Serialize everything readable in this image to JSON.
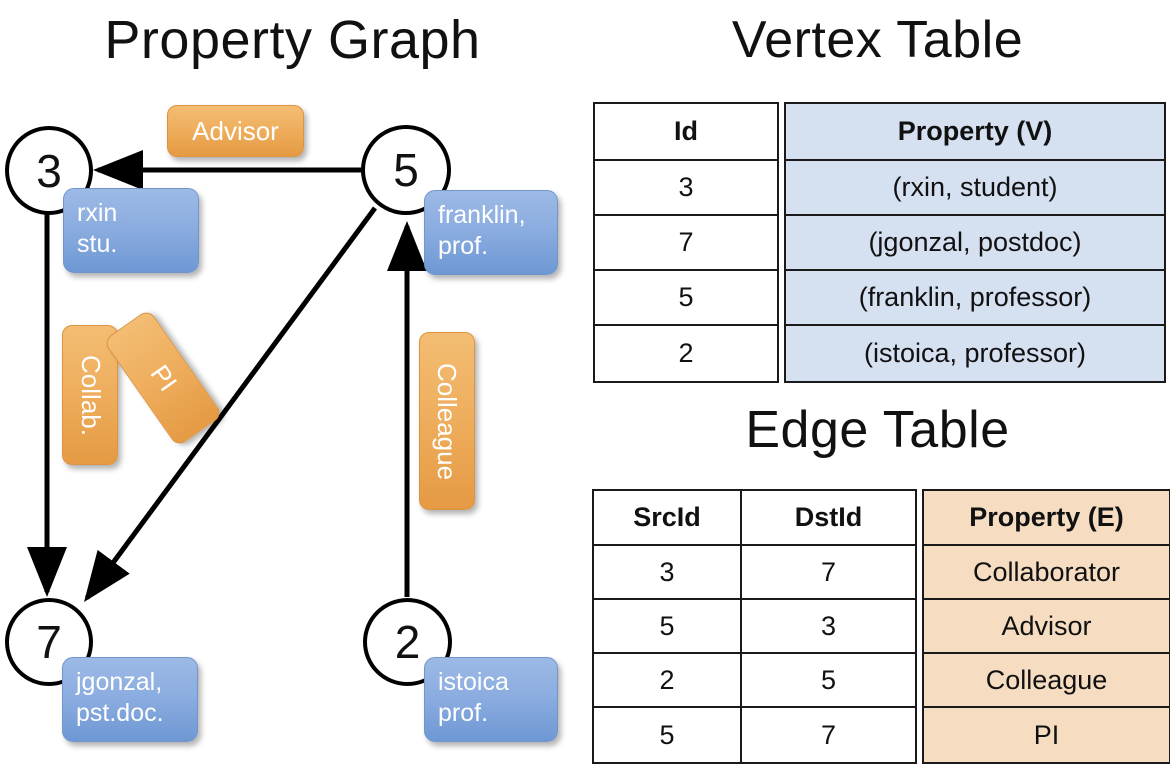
{
  "titles": {
    "property_graph": "Property Graph",
    "vertex_table": "Vertex Table",
    "edge_table": "Edge Table"
  },
  "colors": {
    "vertex_property_fill": "#d5e0f1",
    "edge_property_fill": "#f6ddc2",
    "vertex_box_fill": "#8cade0",
    "edge_label_fill": "#eead5c",
    "stroke": "#000000",
    "background": "#ffffff"
  },
  "graph": {
    "nodes": [
      {
        "id": "3",
        "property_lines": [
          "rxin",
          "stu."
        ]
      },
      {
        "id": "5",
        "property_lines": [
          "franklin,",
          "prof."
        ]
      },
      {
        "id": "7",
        "property_lines": [
          "jgonzal,",
          "pst.doc."
        ]
      },
      {
        "id": "2",
        "property_lines": [
          "istoica",
          "prof."
        ]
      }
    ],
    "edge_labels": [
      {
        "name": "advisor",
        "text": "Advisor",
        "orientation": "horizontal"
      },
      {
        "name": "collab",
        "text": "Collab.",
        "orientation": "vertical"
      },
      {
        "name": "pi",
        "text": "PI",
        "orientation": "diagonal"
      },
      {
        "name": "colleague",
        "text": "Colleague",
        "orientation": "vertical"
      }
    ],
    "edges": [
      {
        "src": "5",
        "dst": "3",
        "label": "Advisor"
      },
      {
        "src": "3",
        "dst": "7",
        "label": "Collab."
      },
      {
        "src": "5",
        "dst": "7",
        "label": "PI"
      },
      {
        "src": "2",
        "dst": "5",
        "label": "Colleague"
      }
    ]
  },
  "vertex_table": {
    "headers": [
      "Id",
      "Property (V)"
    ],
    "rows": [
      {
        "id": "3",
        "property": "(rxin, student)"
      },
      {
        "id": "7",
        "property": "(jgonzal, postdoc)"
      },
      {
        "id": "5",
        "property": "(franklin, professor)"
      },
      {
        "id": "2",
        "property": "(istoica, professor)"
      }
    ]
  },
  "edge_table": {
    "headers": [
      "SrcId",
      "DstId",
      "Property (E)"
    ],
    "rows": [
      {
        "src": "3",
        "dst": "7",
        "property": "Collaborator"
      },
      {
        "src": "5",
        "dst": "3",
        "property": "Advisor"
      },
      {
        "src": "2",
        "dst": "5",
        "property": "Colleague"
      },
      {
        "src": "5",
        "dst": "7",
        "property": "PI"
      }
    ]
  }
}
